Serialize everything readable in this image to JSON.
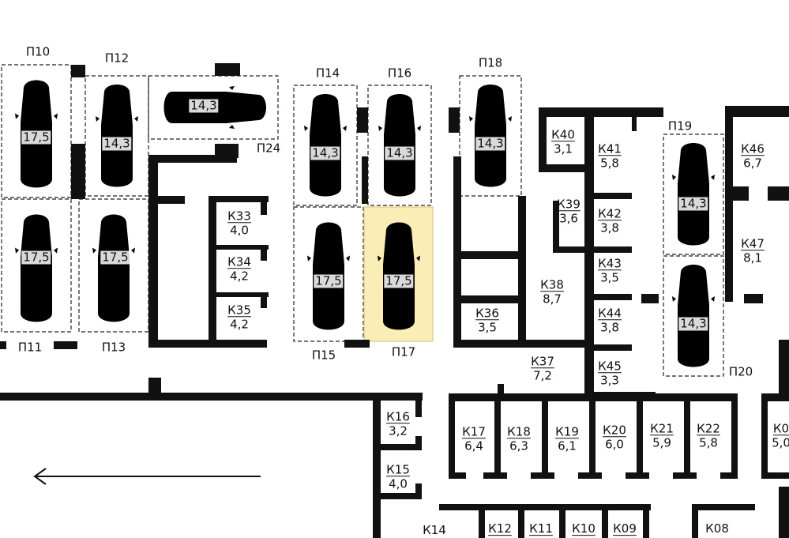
{
  "highlight": {
    "color": "#faedb6"
  },
  "colors": {
    "wall": "#111111",
    "line": "#222222"
  },
  "icons": [
    "car-icon",
    "direction-arrow-icon"
  ],
  "parking": [
    {
      "id": "p10",
      "name": "П10",
      "area": "17,5"
    },
    {
      "id": "p11",
      "name": "П11",
      "area": "17,5"
    },
    {
      "id": "p12",
      "name": "П12",
      "area": "14,3"
    },
    {
      "id": "p13",
      "name": "П13",
      "area": "17,5"
    },
    {
      "id": "p24",
      "name": "П24",
      "area": "14,3"
    },
    {
      "id": "p14",
      "name": "П14",
      "area": "14,3"
    },
    {
      "id": "p15",
      "name": "П15",
      "area": "17,5"
    },
    {
      "id": "p16",
      "name": "П16",
      "area": "14,3"
    },
    {
      "id": "p17",
      "name": "П17",
      "area": "17,5"
    },
    {
      "id": "p18",
      "name": "П18",
      "area": "14,3"
    },
    {
      "id": "p19",
      "name": "П19",
      "area": "14,3"
    },
    {
      "id": "p20",
      "name": "П20",
      "area": "14,3"
    }
  ],
  "storage": [
    {
      "id": "k33",
      "name": "К33",
      "area": "4,0"
    },
    {
      "id": "k34",
      "name": "К34",
      "area": "4,2"
    },
    {
      "id": "k35",
      "name": "К35",
      "area": "4,2"
    },
    {
      "id": "k40",
      "name": "К40",
      "area": "3,1"
    },
    {
      "id": "k41",
      "name": "К41",
      "area": "5,8"
    },
    {
      "id": "k39",
      "name": "К39",
      "area": "3,6"
    },
    {
      "id": "k42",
      "name": "К42",
      "area": "3,8"
    },
    {
      "id": "k43",
      "name": "К43",
      "area": "3,5"
    },
    {
      "id": "k38",
      "name": "К38",
      "area": "8,7"
    },
    {
      "id": "k36",
      "name": "К36",
      "area": "3,5"
    },
    {
      "id": "k44",
      "name": "К44",
      "area": "3,8"
    },
    {
      "id": "k37",
      "name": "К37",
      "area": "7,2"
    },
    {
      "id": "k45",
      "name": "К45",
      "area": "3,3"
    },
    {
      "id": "k46",
      "name": "К46",
      "area": "6,7"
    },
    {
      "id": "k47",
      "name": "К47",
      "area": "8,1"
    },
    {
      "id": "k16",
      "name": "К16",
      "area": "3,2"
    },
    {
      "id": "k15",
      "name": "К15",
      "area": "4,0"
    },
    {
      "id": "k17",
      "name": "К17",
      "area": "6,4"
    },
    {
      "id": "k18",
      "name": "К18",
      "area": "6,3"
    },
    {
      "id": "k19",
      "name": "К19",
      "area": "6,1"
    },
    {
      "id": "k20",
      "name": "К20",
      "area": "6,0"
    },
    {
      "id": "k21",
      "name": "К21",
      "area": "5,9"
    },
    {
      "id": "k22",
      "name": "К22",
      "area": "5,8"
    },
    {
      "id": "k0x",
      "name": "К0",
      "area": "5,0"
    },
    {
      "id": "k14",
      "name": "К14",
      "area": ""
    },
    {
      "id": "k12",
      "name": "К12",
      "area": ""
    },
    {
      "id": "k11",
      "name": "К11",
      "area": ""
    },
    {
      "id": "k10",
      "name": "К10",
      "area": ""
    },
    {
      "id": "k09",
      "name": "К09",
      "area": ""
    },
    {
      "id": "k08",
      "name": "К08",
      "area": ""
    }
  ]
}
